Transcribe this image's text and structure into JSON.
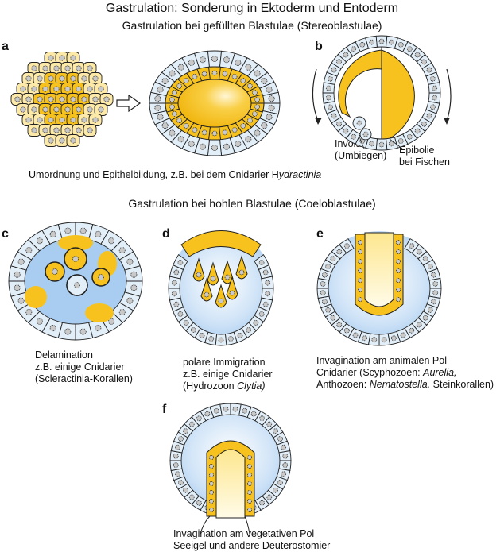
{
  "title": "Gastrulation: Sonderung in Ektoderm und Entoderm",
  "section1": "Gastrulation bei gefüllten Blastulae (Stereoblastulae)",
  "section2": "Gastrulation bei hohlen Blastulae (Coeloblastulae)",
  "panels": {
    "a": {
      "letter": "a",
      "caption_main": "Umordnung und Epithelbildung, z.B. bei dem Cnidarier H",
      "caption_species": "ydractinia"
    },
    "b": {
      "letter": "b",
      "involution_1": "Involution",
      "involution_2": "(Umbiegen)",
      "epibolie_1": "Epibolie",
      "epibolie_2": "bei Fischen"
    },
    "c": {
      "letter": "c",
      "line1": "Delamination",
      "line2": "z.B. einige Cnidarier",
      "line3": "(Scleractinia-Korallen)"
    },
    "d": {
      "letter": "d",
      "line1": "polare Immigration",
      "line2": "z.B. einige Cnidarier",
      "line3_pre": "(Hydrozoon ",
      "line3_species": "Clytia)"
    },
    "e": {
      "letter": "e",
      "line1": "Invagination am animalen Pol",
      "line2_pre": "Cnidarier (Scyphozoen: ",
      "line2_sp1": "Aurelia,",
      "line3_pre": "Anthozoen: ",
      "line3_sp2": "Nematostella,",
      "line3_post": " Steinkorallen)"
    },
    "f": {
      "letter": "f",
      "line1": "Invagination am vegetativen Pol",
      "line2": "Seeigel und andere Deuterostomier"
    }
  },
  "colors": {
    "yolk": "#f7c21d",
    "yolk_light": "#fde9a8",
    "ecto": "#e2eef8",
    "blastocoel": "#a9cdf0",
    "outline": "#222222"
  }
}
